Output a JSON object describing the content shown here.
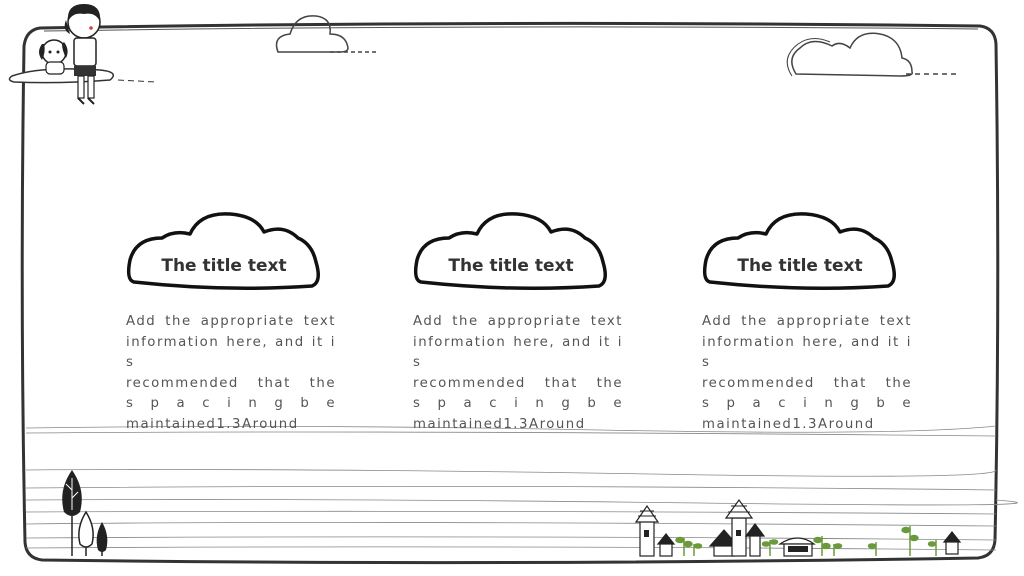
{
  "slide": {
    "background": "#ffffff",
    "border_color": "#333333",
    "text_color": "#555555",
    "title_color": "#333333",
    "leaf_color": "#6a9a3a"
  },
  "columns": [
    {
      "title": "The title text",
      "lines": [
        "Add the appropriate text",
        "information here, and it is",
        "recommended that the",
        "s p a c i n g b e",
        "maintained1.3Around"
      ]
    },
    {
      "title": "The title text",
      "lines": [
        "Add the appropriate text",
        "information here, and it is",
        "recommended that the",
        "s p a c i n g b e",
        "maintained1.3Around"
      ]
    },
    {
      "title": "The title text",
      "lines": [
        "Add the appropriate text",
        "information here, and it is",
        "recommended that the",
        "s p a c i n g b e",
        "maintained1.3Around"
      ]
    }
  ],
  "decorations": {
    "top_left": "girl-and-dog-illustration",
    "clouds": [
      "cloud-icon",
      "cloud-icon"
    ],
    "bottom_left": "trees-illustration",
    "bottom_right": "village-houses-illustration"
  }
}
